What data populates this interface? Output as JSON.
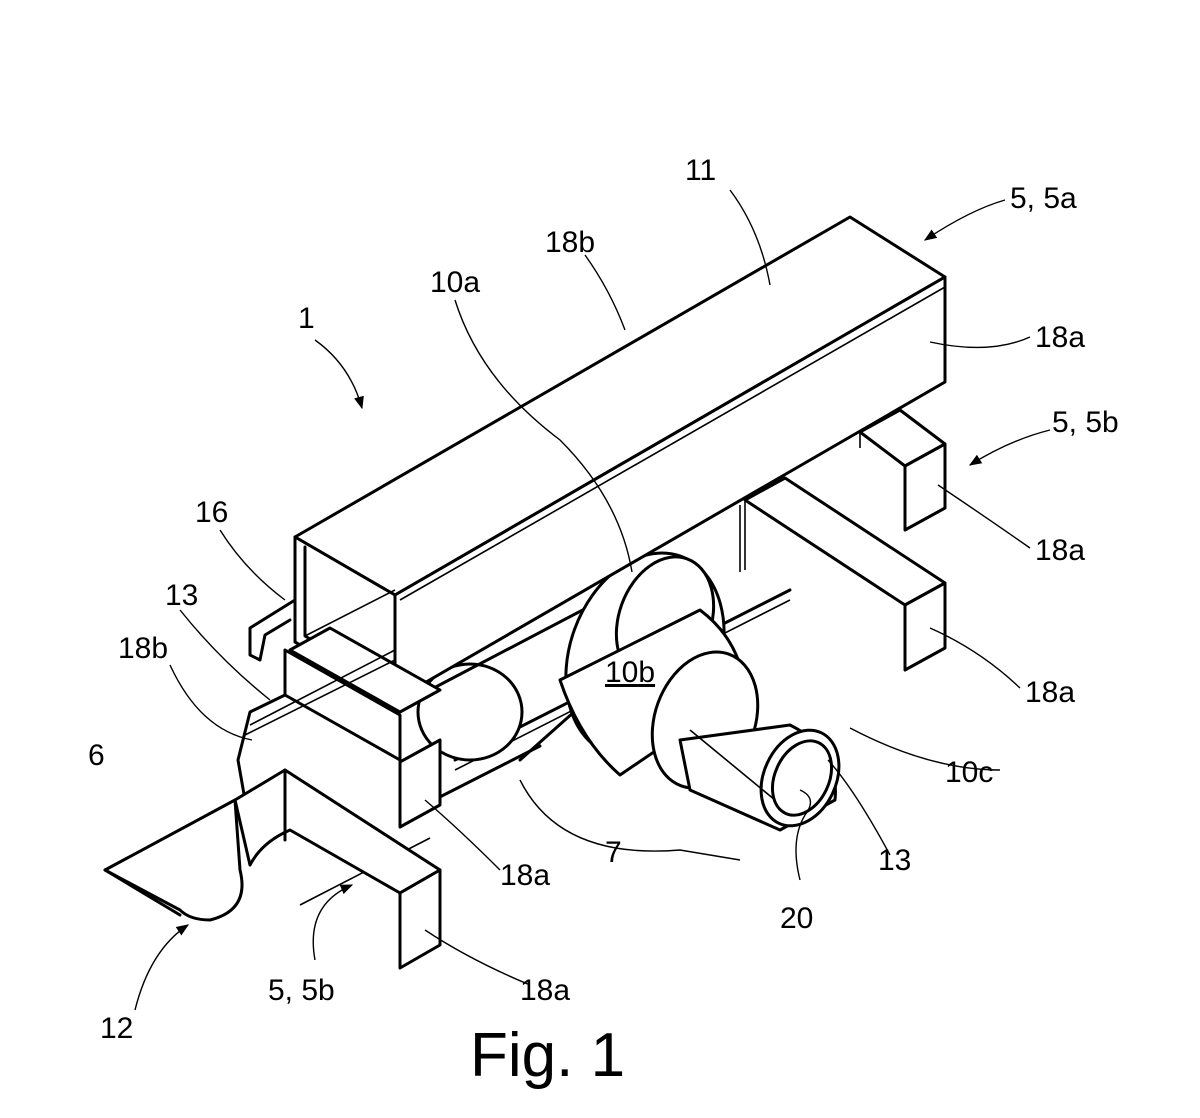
{
  "figure": {
    "caption": "Fig. 1",
    "labels": {
      "l_11": "11",
      "l_5_5a": "5, 5a",
      "l_18b_top": "18b",
      "l_10a": "10a",
      "l_1": "1",
      "l_18a_top": "18a",
      "l_5_5b_right": "5, 5b",
      "l_18a_right_upper": "18a",
      "l_16": "16",
      "l_13_left": "13",
      "l_18b_left": "18b",
      "l_10b": "10b",
      "l_18a_right_lower": "18a",
      "l_6": "6",
      "l_10c": "10c",
      "l_7": "7",
      "l_18a_mid": "18a",
      "l_13_right": "13",
      "l_20": "20",
      "l_18a_bottom": "18a",
      "l_5_5b_bottom": "5, 5b",
      "l_12": "12"
    }
  }
}
